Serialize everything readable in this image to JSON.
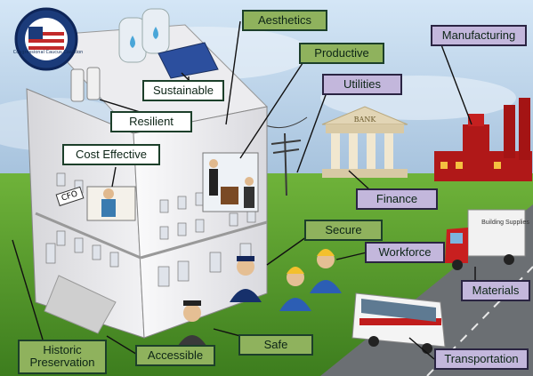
{
  "logo": {
    "ring_text": "HIGH PERFORMANCE BUILDING",
    "subtitle": "Congressional Caucus Coalition",
    "icon": "usa-flag-seal"
  },
  "bank_sign": "BANK",
  "cfo_sign": "CFO",
  "truck_sign": "Building Supplies",
  "labels": {
    "aesthetics": "Aesthetics",
    "productive": "Productive",
    "utilities": "Utilities",
    "manufacturing": "Manufacturing",
    "sustainable": "Sustainable",
    "resilient": "Resilient",
    "cost_effective": "Cost Effective",
    "finance": "Finance",
    "secure": "Secure",
    "workforce": "Workforce",
    "materials": "Materials",
    "safe": "Safe",
    "accessible": "Accessible",
    "historic_preservation": "Historic Preservation",
    "transportation": "Transportation"
  },
  "colors": {
    "green_label": "#8fb25d",
    "purple_label": "#c3b7dc",
    "white_label": "#ffffff",
    "grass": "#58a02c",
    "sky": "#b8d2ea"
  }
}
